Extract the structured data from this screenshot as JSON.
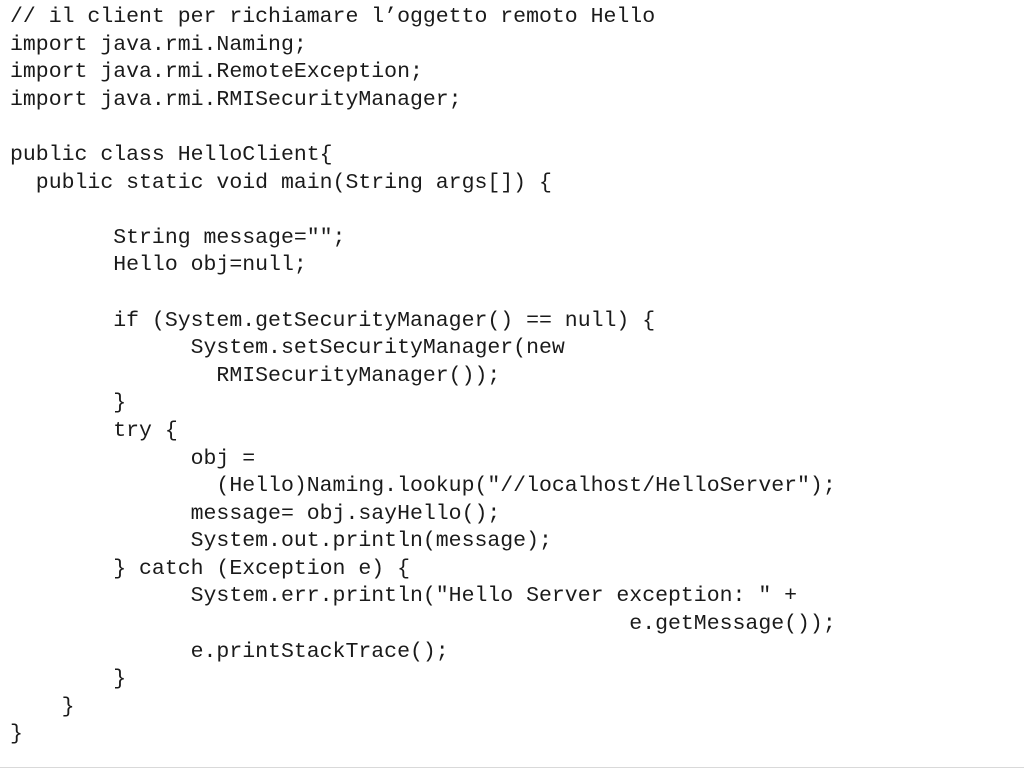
{
  "code": {
    "lines": [
      "// il client per richiamare l’oggetto remoto Hello",
      "import java.rmi.Naming;",
      "import java.rmi.RemoteException;",
      "import java.rmi.RMISecurityManager;",
      "",
      "public class HelloClient{",
      "  public static void main(String args[]) {",
      "",
      "        String message=\"\";",
      "        Hello obj=null;",
      "",
      "        if (System.getSecurityManager() == null) {",
      "              System.setSecurityManager(new",
      "                RMISecurityManager());",
      "        }",
      "        try {",
      "              obj =",
      "                (Hello)Naming.lookup(\"//localhost/HelloServer\");",
      "              message= obj.sayHello();",
      "              System.out.println(message);",
      "        } catch (Exception e) {",
      "              System.err.println(\"Hello Server exception: \" +",
      "                                                e.getMessage());",
      "              e.printStackTrace();",
      "        }",
      "    }",
      "}"
    ]
  }
}
